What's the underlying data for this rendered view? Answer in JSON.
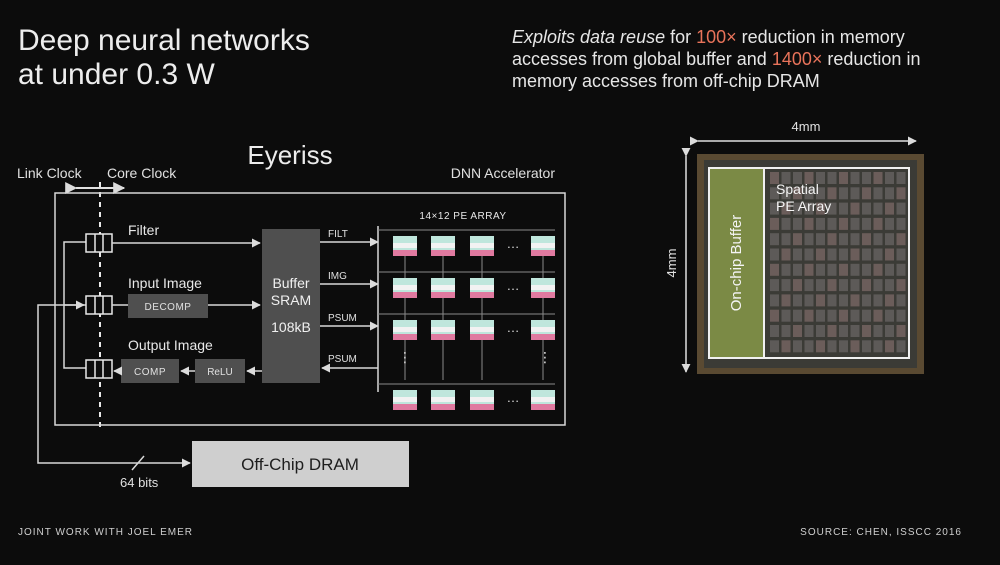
{
  "slide": {
    "title_line1": "Deep neural networks",
    "title_line2": "at under 0.3 W",
    "quote": {
      "p1": "Exploits data reuse",
      "p2": " for ",
      "p3": "100×",
      "p4": " reduction in memory accesses from global buffer and ",
      "p5": "1400×",
      "p6": " reduction in memory accesses from off-chip DRAM"
    },
    "footer_left": "JOINT WORK WITH JOEL EMER",
    "footer_right": "SOURCE: CHEN, ISSCC 2016"
  },
  "diagram": {
    "eyeriss_title": "Eyeriss",
    "link_clock": "Link Clock",
    "core_clock": "Core Clock",
    "dnn_accelerator": "DNN Accelerator",
    "filter": "Filter",
    "input_image": "Input Image",
    "output_image": "Output Image",
    "decomp": "DECOMP",
    "comp": "COMP",
    "relu": "ReLU",
    "buffer_l1": "Buffer",
    "buffer_l2": "SRAM",
    "buffer_l3": "108kB",
    "filt": "FILT",
    "img": "IMG",
    "psum1": "PSUM",
    "psum2": "PSUM",
    "pe_array": "14×12 PE ARRAY",
    "ellipsis": "…",
    "vdots": "⋮",
    "dram": "Off-Chip DRAM",
    "bits": "64 bits"
  },
  "die": {
    "width_label": "4mm",
    "height_label": "4mm",
    "onchip": "On-chip Buffer",
    "spatial1": "Spatial",
    "spatial2": "PE Array"
  },
  "colors": {
    "pe_teal": "#bfe6dc",
    "pe_pink": "#e07aa0",
    "highlight": "#e8735a",
    "box_gray": "#4f4f4f",
    "dram_gray": "#cfcfcf"
  }
}
